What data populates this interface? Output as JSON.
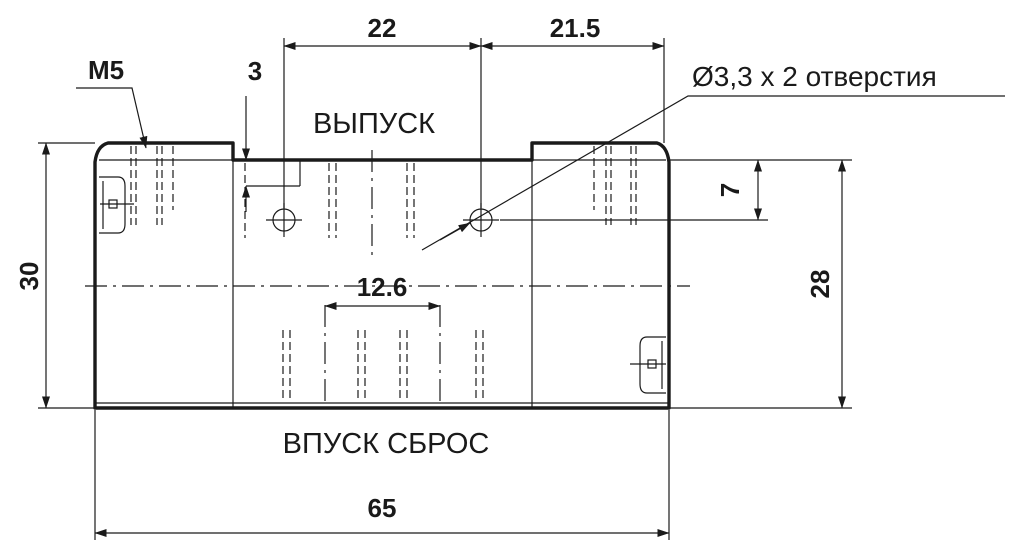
{
  "drawing": {
    "thread_label": "M5",
    "note_holes": "Ø3,3 x 2 отверстия",
    "ports": {
      "top": "ВЫПУСК",
      "bottom": "ВПУСК СБРОС"
    },
    "dimensions": {
      "width_overall": "65",
      "height_left": "30",
      "height_right": "28",
      "hole_spacing": "22",
      "hole_to_edge": "21.5",
      "step_depth": "3",
      "hole_from_top": "7",
      "port_spacing": "12.6"
    }
  }
}
